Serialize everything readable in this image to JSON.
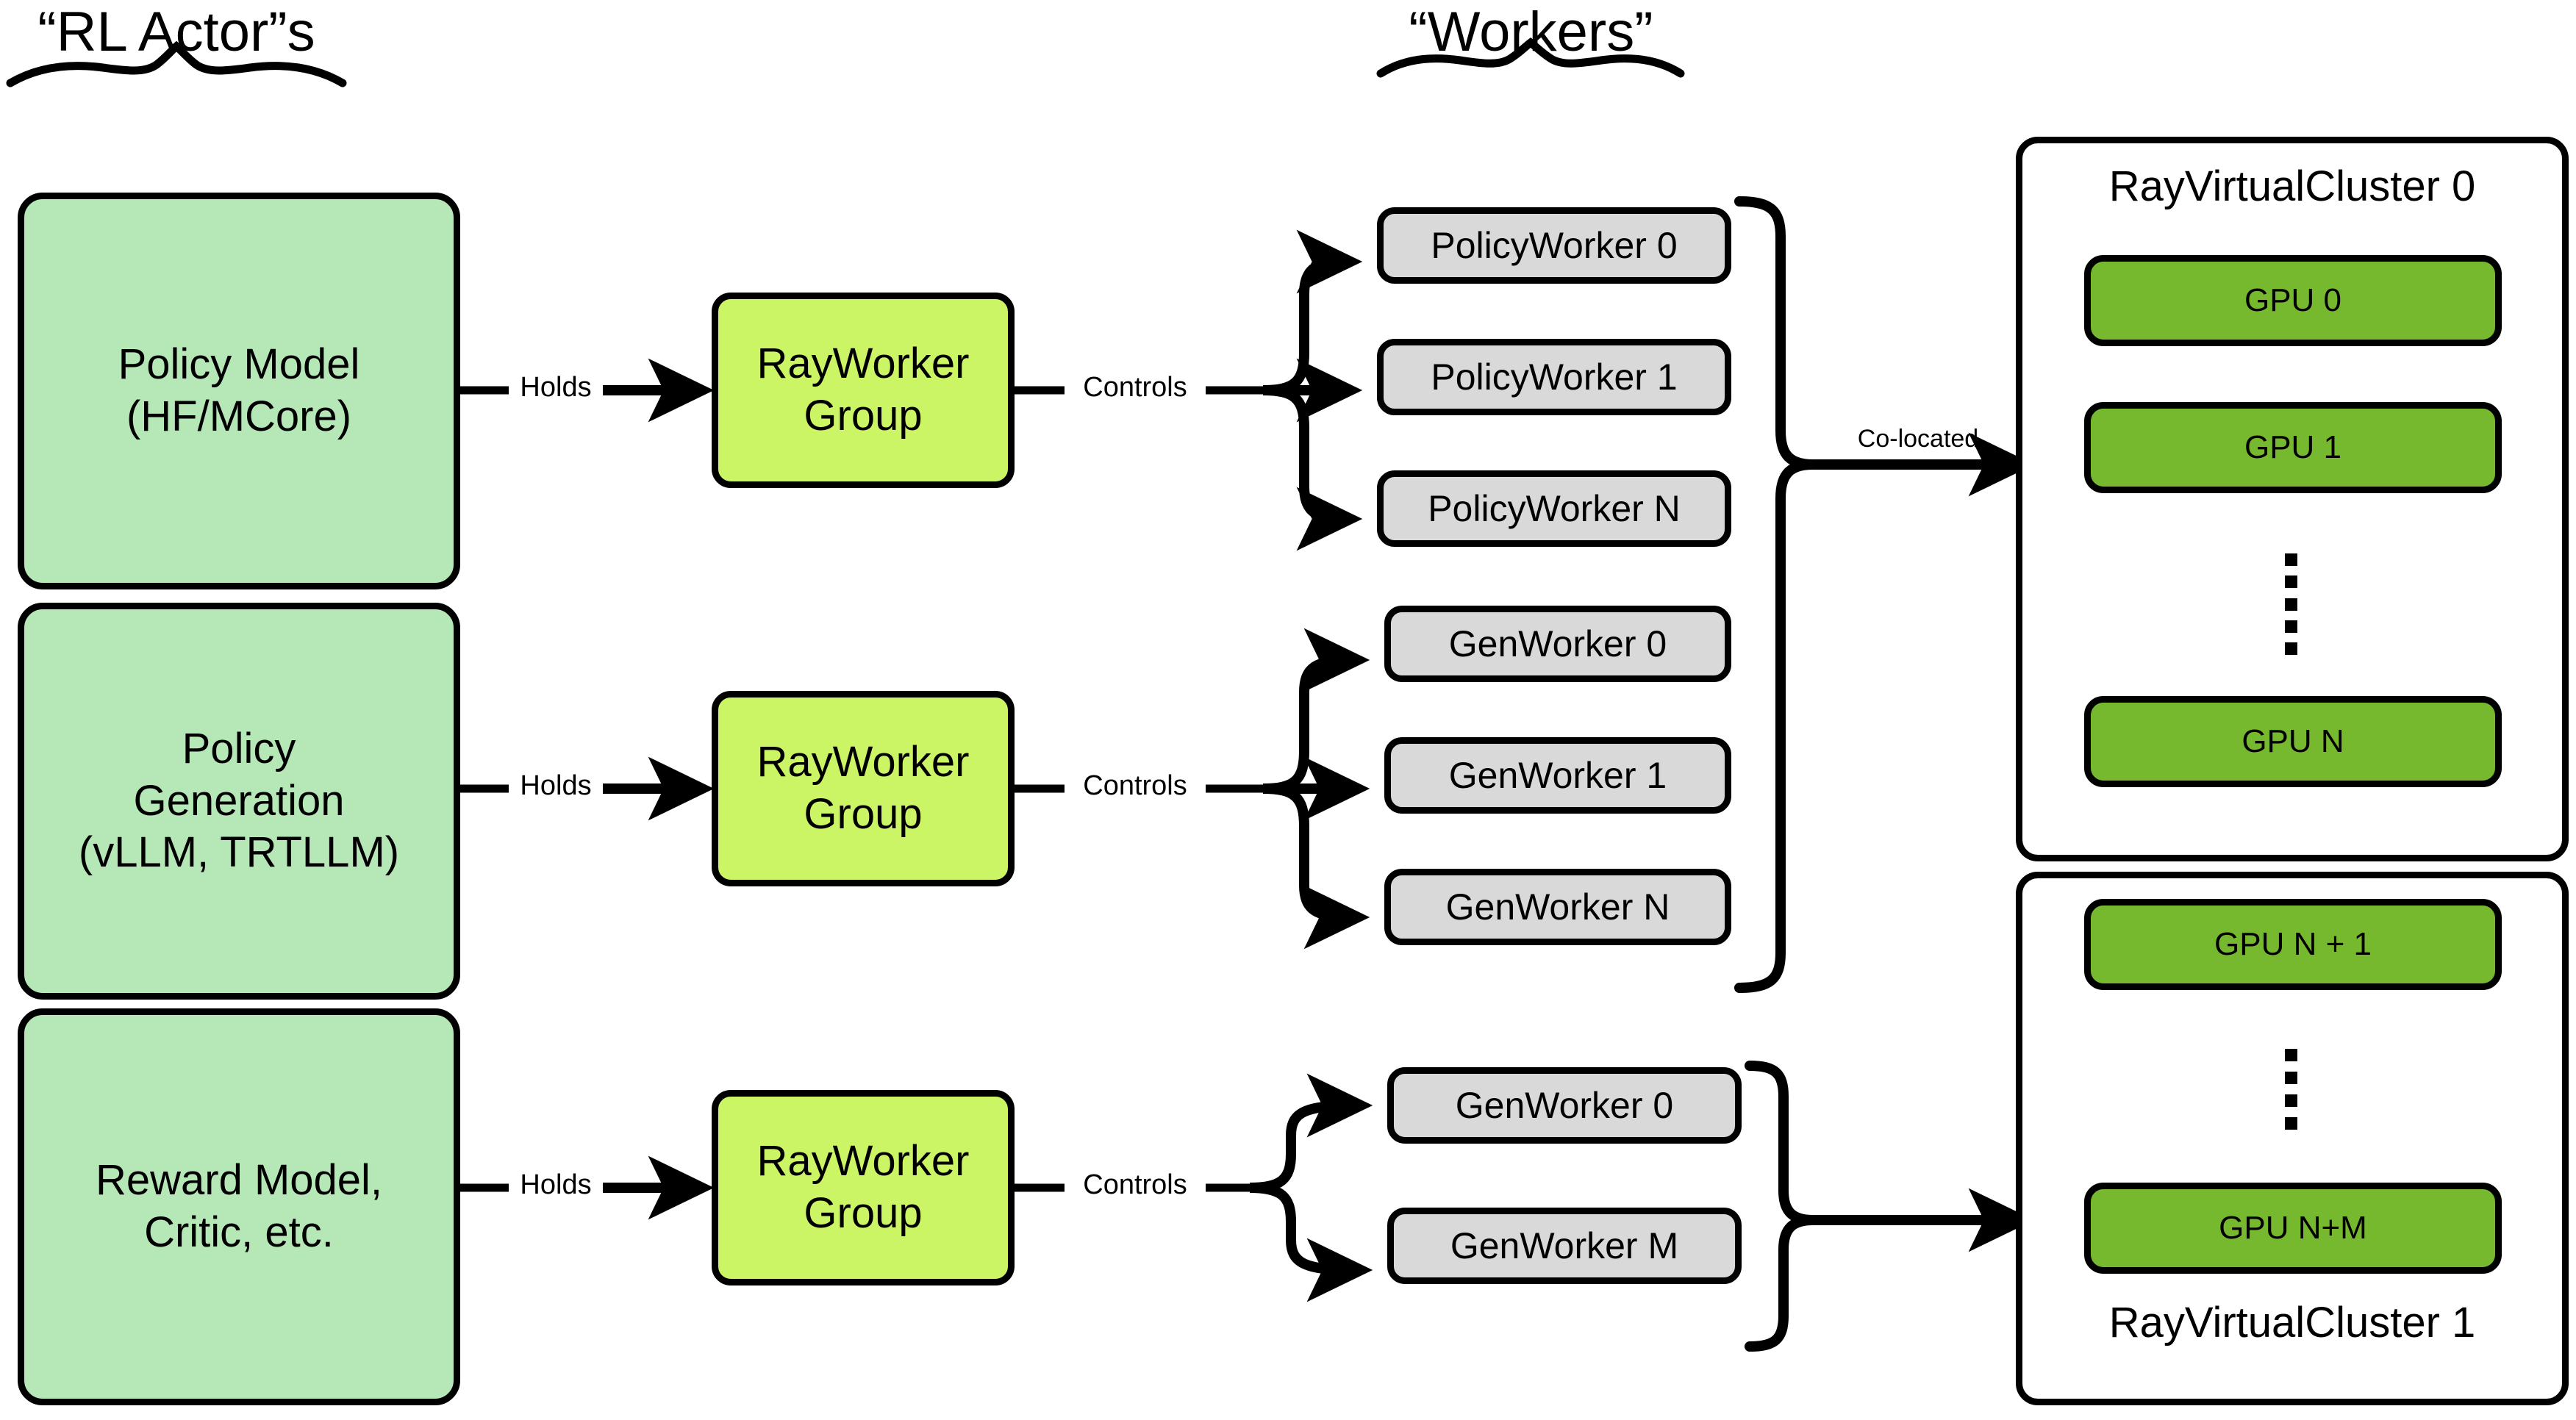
{
  "diagram": {
    "title": "NeMo RL Ray architecture",
    "colors": {
      "actor_fill": "#b6e7b6",
      "rayworkergroup_fill": "#ccf566",
      "worker_fill": "#d9d9d9",
      "gpu_fill": "#76b82e",
      "cluster_fill": "#ffffff",
      "stroke": "#000000",
      "background": "#ffffff"
    }
  },
  "sections": {
    "actors_title": "“RL Actor”s",
    "workers_title": "“Workers”"
  },
  "actors": [
    {
      "id": "policy-model",
      "lines": [
        "Policy Model",
        "(HF/MCore)"
      ]
    },
    {
      "id": "policy-generation",
      "lines": [
        "Policy",
        "Generation",
        "(vLLM, TRTLLM)"
      ]
    },
    {
      "id": "reward-model",
      "lines": [
        "Reward Model,",
        "Critic, etc."
      ]
    }
  ],
  "ray_worker_groups": [
    {
      "id": "rwg-policy",
      "lines": [
        "RayWorker",
        "Group"
      ]
    },
    {
      "id": "rwg-generation",
      "lines": [
        "RayWorker",
        "Group"
      ]
    },
    {
      "id": "rwg-reward",
      "lines": [
        "RayWorker",
        "Group"
      ]
    }
  ],
  "workers": {
    "policy": [
      "PolicyWorker 0",
      "PolicyWorker 1",
      "PolicyWorker N"
    ],
    "generation": [
      "GenWorker 0",
      "GenWorker 1",
      "GenWorker N"
    ],
    "reward": [
      "GenWorker 0",
      "GenWorker M"
    ]
  },
  "edge_labels": {
    "holds_1": "Holds",
    "holds_2": "Holds",
    "holds_3": "Holds",
    "controls_1": "Controls",
    "controls_2": "Controls",
    "controls_3": "Controls",
    "co_located": "Co-located"
  },
  "clusters": [
    {
      "id": "ray-virtual-cluster-0",
      "title": "RayVirtualCluster 0",
      "title_position": "top",
      "gpus_top": [
        "GPU 0",
        "GPU 1"
      ],
      "gpus_bottom": [
        "GPU N"
      ],
      "ellipsis": "vertical-dots"
    },
    {
      "id": "ray-virtual-cluster-1",
      "title": "RayVirtualCluster 1",
      "title_position": "bottom",
      "gpus_top": [
        "GPU N + 1"
      ],
      "gpus_bottom": [
        "GPU N+M"
      ],
      "ellipsis": "vertical-dots"
    }
  ]
}
